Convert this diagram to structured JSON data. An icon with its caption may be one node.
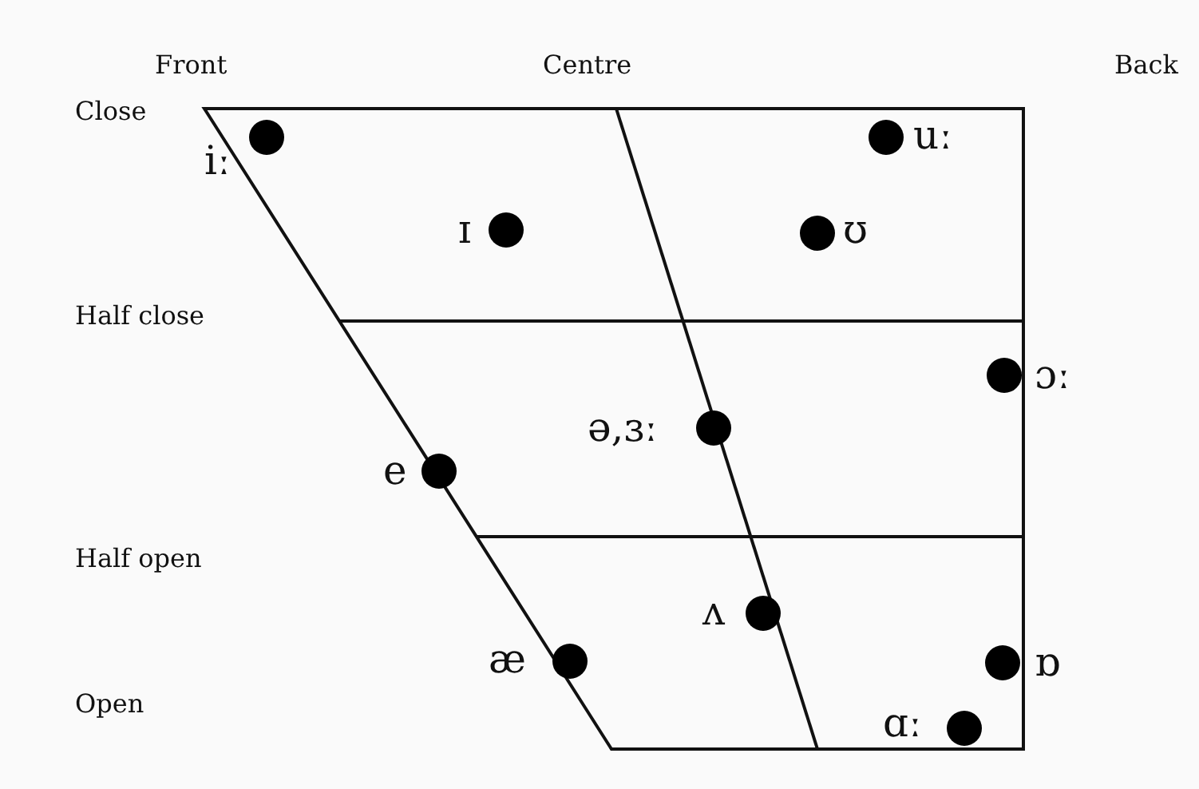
{
  "diagram": {
    "labels": [
      "Front",
      "Centre",
      "Back",
      "Close",
      "iː",
      "uː",
      "ɪ",
      "ʊ",
      "Half close",
      "ɔː",
      "ə,ɜː",
      "e",
      "Half open",
      "ʌ",
      "æ",
      "ɒ",
      "Open",
      "ɑː"
    ]
  }
}
